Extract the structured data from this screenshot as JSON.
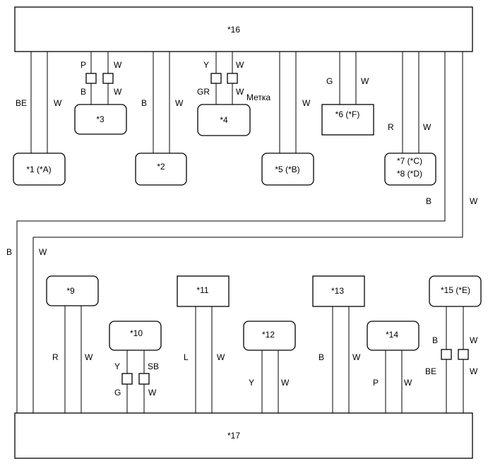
{
  "units": {
    "u16": "*16",
    "u17": "*17",
    "u1": "*1 (*A)",
    "u2": "*2",
    "u3": "*3",
    "u4": "*4",
    "u5": "*5 (*B)",
    "u6": "*6 (*F)",
    "u7": "*7 (*C)",
    "u8": "*8 (*D)",
    "u9": "*9",
    "u10": "*10",
    "u11": "*11",
    "u12": "*12",
    "u13": "*13",
    "u14": "*14",
    "u15": "*15 (*E)"
  },
  "wires": {
    "w1a": "BE",
    "w1b": "W",
    "w3a_top": "P",
    "w3b_top": "W",
    "w3a_bot": "B",
    "w3b_bot": "W",
    "w2a": "B",
    "w2b": "W",
    "w4a_top": "Y",
    "w4b_top": "W",
    "w4a_bot": "GR",
    "w4b_bot": "W",
    "w5b": "W",
    "w6a": "G",
    "w6b": "W",
    "w7a": "R",
    "w7b": "W",
    "bus_b_right": "B",
    "bus_w_right": "W",
    "bus_b_left": "B",
    "bus_w_left": "W",
    "w9a": "R",
    "w9b": "W",
    "w10a_top": "Y",
    "w10b_top": "SB",
    "w10a_bot": "G",
    "w10b_bot": "W",
    "w11a": "L",
    "w11b": "W",
    "w12a": "Y",
    "w12b": "W",
    "w13a": "B",
    "w13b": "W",
    "w14a": "P",
    "w14b": "W",
    "w15a_top": "B",
    "w15b_top": "W",
    "w15a_bot": "BE",
    "w15b_bot": "W"
  },
  "marker": "Метка"
}
